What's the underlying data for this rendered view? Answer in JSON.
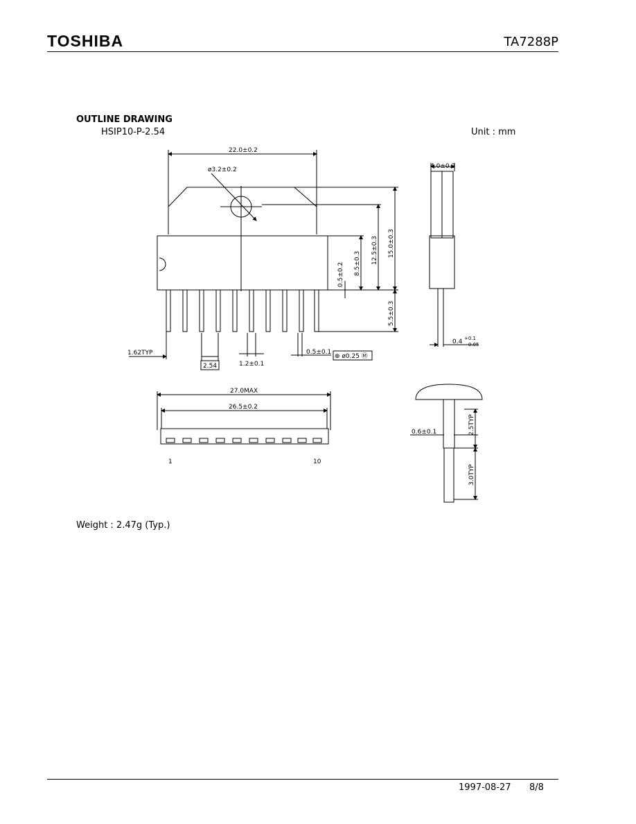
{
  "header": {
    "brand": "TOSHIBA",
    "part_number": "TA7288P"
  },
  "section": {
    "title": "OUTLINE DRAWING",
    "package": "HSIP10-P-2.54",
    "unit": "Unit : mm"
  },
  "dimensions": {
    "overall_width": "22.0±0.2",
    "hole_dia": "ø3.2±0.2",
    "side_thickness": "4.0±0.2",
    "height_15": "15.0±0.3",
    "height_12_5": "12.5±0.3",
    "height_8_5": "8.5±0.3",
    "height_0_5": "0.5±0.2",
    "lead_5_5": "5.5±0.3",
    "lead_thick": "0.4",
    "lead_thick_plus": "+0.1",
    "lead_thick_minus": "−0.05",
    "pitch_first": "1.62TYP",
    "pitch": "2.54",
    "lead_width": "1.2±0.1",
    "lead_tip": "0.5±0.1",
    "position_tol": "⊕ ø0.25 Ⓜ",
    "max_length": "27.0MAX",
    "body_length": "26.5±0.2",
    "pin_first": "1",
    "pin_last": "10",
    "lead_0_6": "0.6±0.1",
    "typ_2_5": "2.5TYP",
    "typ_3_0": "3.0TYP"
  },
  "weight": "Weight : 2.47g (Typ.)",
  "footer": {
    "date": "1997-08-27",
    "page": "8/8"
  }
}
